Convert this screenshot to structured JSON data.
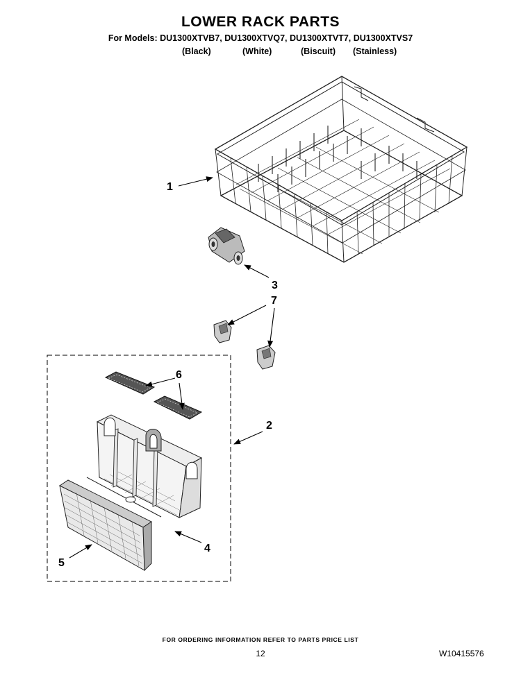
{
  "header": {
    "title": "LOWER RACK PARTS",
    "models_line": "For Models: DU1300XTVB7, DU1300XTVQ7, DU1300XTVT7, DU1300XTVS7",
    "variants": [
      "(Black)",
      "(White)",
      "(Biscuit)",
      "(Stainless)"
    ]
  },
  "callouts": [
    "1",
    "2",
    "3",
    "4",
    "5",
    "6",
    "7"
  ],
  "footer": {
    "ordering_note": "FOR ORDERING INFORMATION REFER TO PARTS PRICE LIST",
    "page_number": "12",
    "document_id": "W10415576"
  }
}
